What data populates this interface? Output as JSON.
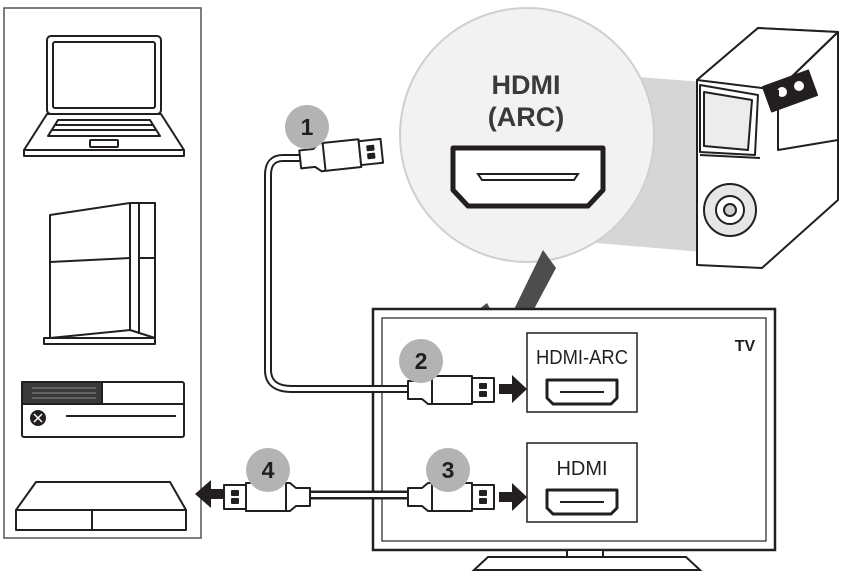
{
  "callout": {
    "line1": "HDMI",
    "line2": "(ARC)"
  },
  "tv": {
    "label": "TV",
    "ports": [
      {
        "label": "HDMI-ARC"
      },
      {
        "label": "HDMI"
      }
    ]
  },
  "steps": [
    "1",
    "2",
    "3",
    "4"
  ],
  "devices": [
    "laptop-icon",
    "game-console-icon",
    "xbox-console-icon",
    "set-top-box-icon"
  ],
  "colors": {
    "line": "#231f20",
    "badge": "#b3b3b3",
    "checkmark": "#4d4d4d",
    "callout_fill": "#d6d6d6",
    "callout_circle": "#f2f2f2"
  }
}
